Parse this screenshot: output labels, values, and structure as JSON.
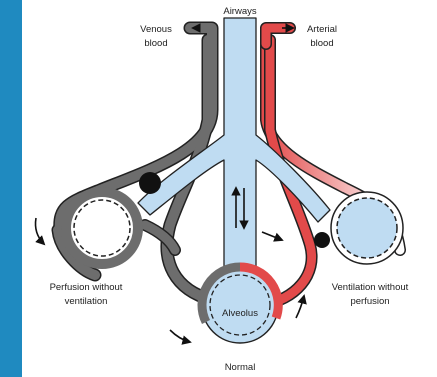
{
  "colors": {
    "slide_background": "#1f8ac0",
    "panel_background": "#ffffff",
    "venous": "#6d6d6d",
    "arterial": "#e24a4a",
    "air": "#bfdcf2",
    "obstruction": "#111111"
  },
  "labels": {
    "airways": "Airways",
    "venous_line1": "Venous",
    "venous_line2": "blood",
    "arterial_line1": "Arterial",
    "arterial_line2": "blood",
    "perfusion_line1": "Perfusion without",
    "perfusion_line2": "ventilation",
    "ventilation_line1": "Ventilation without",
    "ventilation_line2": "perfusion",
    "alveolus": "Alveolus",
    "normal": "Normal"
  }
}
